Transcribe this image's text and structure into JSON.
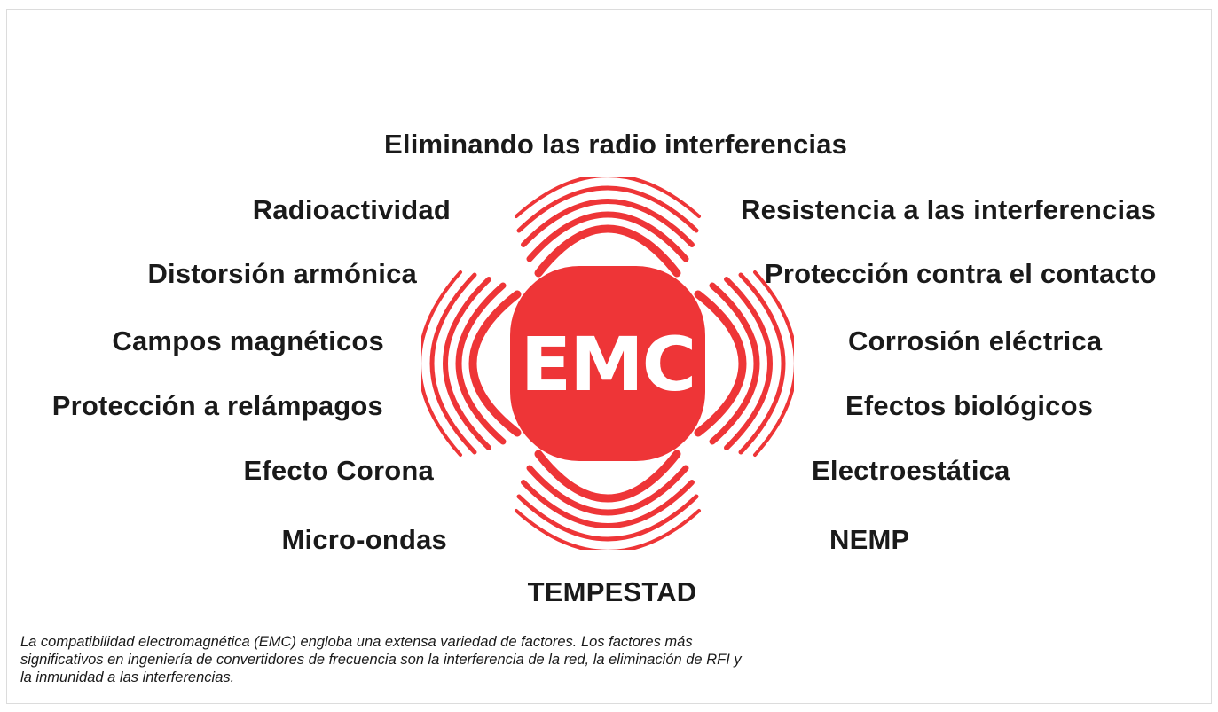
{
  "diagram": {
    "center_label": "EMC",
    "top_label": "Eliminando las radio interferencias",
    "bottom_label": "TEMPESTAD",
    "left_labels": [
      "Radioactividad",
      "Distorsión armónica",
      "Campos magnéticos",
      "Protección a relámpagos",
      "Efecto Corona",
      "Micro-ondas"
    ],
    "right_labels": [
      "Resistencia a las interferencias",
      "Protección contra el contacto",
      "Corrosión eléctrica",
      "Efectos biológicos",
      "Electroestática",
      "NEMP"
    ],
    "colors": {
      "emc_red": "#ee3537",
      "text": "#1a1a1a"
    }
  },
  "caption": {
    "line1": "La compatibilidad electromagnética (EMC) engloba una extensa variedad de factores. Los factores más",
    "line2": "significativos en ingeniería de convertidores de frecuencia son la interferencia de la red, la eliminación de RFI y",
    "line3": "la inmunidad a las interferencias."
  }
}
